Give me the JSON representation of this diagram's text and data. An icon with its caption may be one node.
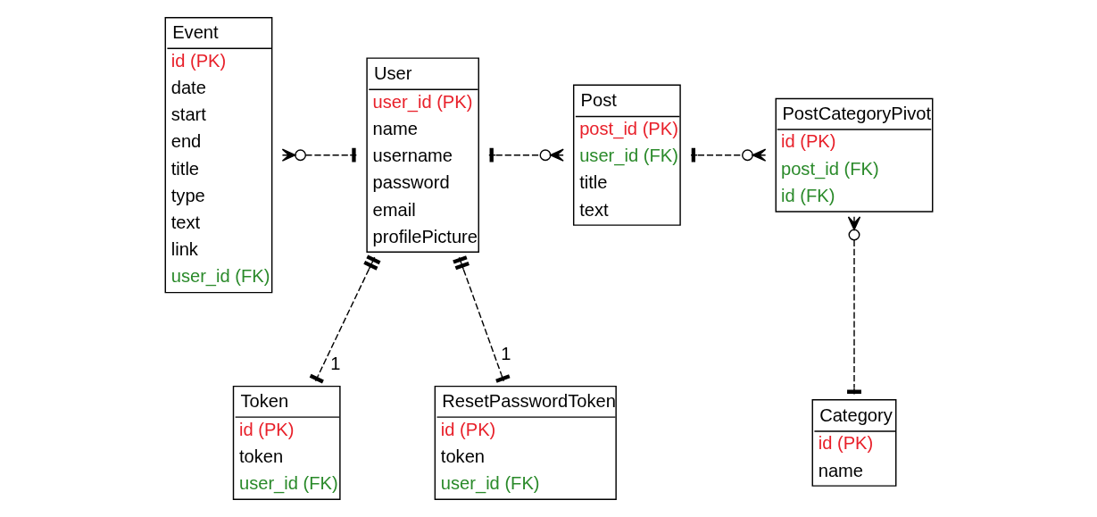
{
  "diagram": {
    "nodes": [
      {
        "text": [
          "Event",
          "id (PK)",
          "date",
          "start",
          "end",
          "title",
          "type",
          "text",
          "link",
          "user_id (FK)"
        ]
      },
      {
        "text": [
          "User",
          "user_id (PK)",
          "name",
          "username",
          "password",
          "email",
          "profilePicture"
        ]
      },
      {
        "text": [
          "Post",
          "post_id (PK)",
          "user_id (FK)",
          "title",
          "text"
        ]
      },
      {
        "text": [
          "PostCategoryPivot",
          "id (PK)",
          "post_id (FK)",
          "id (FK)"
        ]
      },
      {
        "text": [
          "Token",
          "id (PK)",
          "token",
          "user_id (FK)"
        ]
      },
      {
        "text": [
          "ResetPasswordToken",
          "id (PK)",
          "token",
          "user_id (FK)"
        ]
      },
      {
        "text": [
          "Category",
          "id (PK)",
          "name"
        ]
      }
    ],
    "edges": [
      {
        "from": 0,
        "to": 1,
        "arrow": "other",
        "style": "dashed"
      },
      {
        "from": 1,
        "to": 2,
        "arrow": "other",
        "style": "dashed"
      },
      {
        "from": 2,
        "to": 3,
        "arrow": "other",
        "style": "dashed"
      },
      {
        "from": 3,
        "to": 6,
        "arrow": "other",
        "style": "dashed"
      },
      {
        "from": 1,
        "to": 4,
        "arrow": "other",
        "style": "dashed",
        "label": "1"
      },
      {
        "from": 1,
        "to": 5,
        "arrow": "other",
        "style": "dashed",
        "label": "1"
      }
    ]
  }
}
